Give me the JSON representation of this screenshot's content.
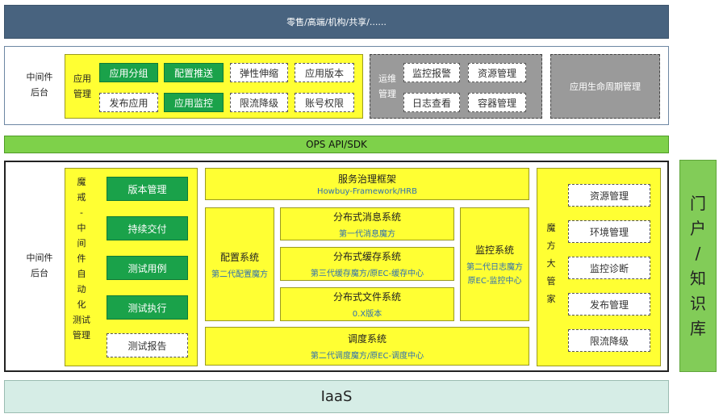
{
  "top_bar": "零售/高端/机构/共享/......",
  "middleware_backend": {
    "side_label": [
      "中间件",
      "后台"
    ],
    "app_mgmt": {
      "label": [
        "应用",
        "管理"
      ],
      "items": [
        "应用分组",
        "配置推送",
        "弹性伸缩",
        "应用版本",
        "发布应用",
        "应用监控",
        "限流降级",
        "账号权限"
      ]
    },
    "ops_mgmt": {
      "label": [
        "运维",
        "管理"
      ],
      "items": [
        "监控报警",
        "资源管理",
        "日志查看",
        "容器管理"
      ]
    },
    "lifecycle": "应用生命周期管理"
  },
  "ops_api": "OPS API/SDK",
  "main": {
    "side_label": [
      "中间件",
      "后台"
    ],
    "testing": {
      "vertical_label": [
        "魔",
        "戒",
        "-",
        "中",
        "间",
        "件",
        "自",
        "动",
        "化",
        "测试",
        "管理"
      ],
      "items": [
        "版本管理",
        "持续交付",
        "测试用例",
        "测试执行",
        "测试报告"
      ]
    },
    "framework": {
      "title": "服务治理框架",
      "sub": "Howbuy-Framework/HRB"
    },
    "config": {
      "title": "配置系统",
      "sub": "第二代配置魔方"
    },
    "message": {
      "title": "分布式消息系统",
      "sub": "第一代消息魔方"
    },
    "cache": {
      "title": "分布式缓存系统",
      "sub": "第三代缓存魔方/原EC-缓存中心"
    },
    "file": {
      "title": "分布式文件系统",
      "sub": "0.X版本"
    },
    "monitor": {
      "title": "监控系统",
      "sub1": "第二代日志魔方",
      "sub2": "原EC-监控中心"
    },
    "schedule": {
      "title": "调度系统",
      "sub": "第二代调度魔方/原EC-调度中心"
    },
    "steward": {
      "label": [
        "魔",
        "方",
        "大",
        "管",
        "家"
      ],
      "items": [
        "资源管理",
        "环境管理",
        "监控诊断",
        "发布管理",
        "限流降级"
      ]
    }
  },
  "portal": [
    "门",
    "户",
    "/",
    "知",
    "识",
    "库"
  ],
  "iaas": "IaaS"
}
